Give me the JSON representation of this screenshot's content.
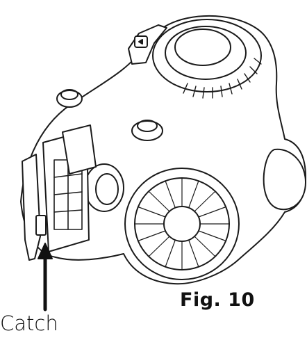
{
  "figure": {
    "caption": "Fig. 10",
    "callout_label": "Catch",
    "subject_icon": "canister-vacuum-cleaner-drawing",
    "line_color": "#1a1a1a",
    "fill_color": "#ffffff"
  }
}
